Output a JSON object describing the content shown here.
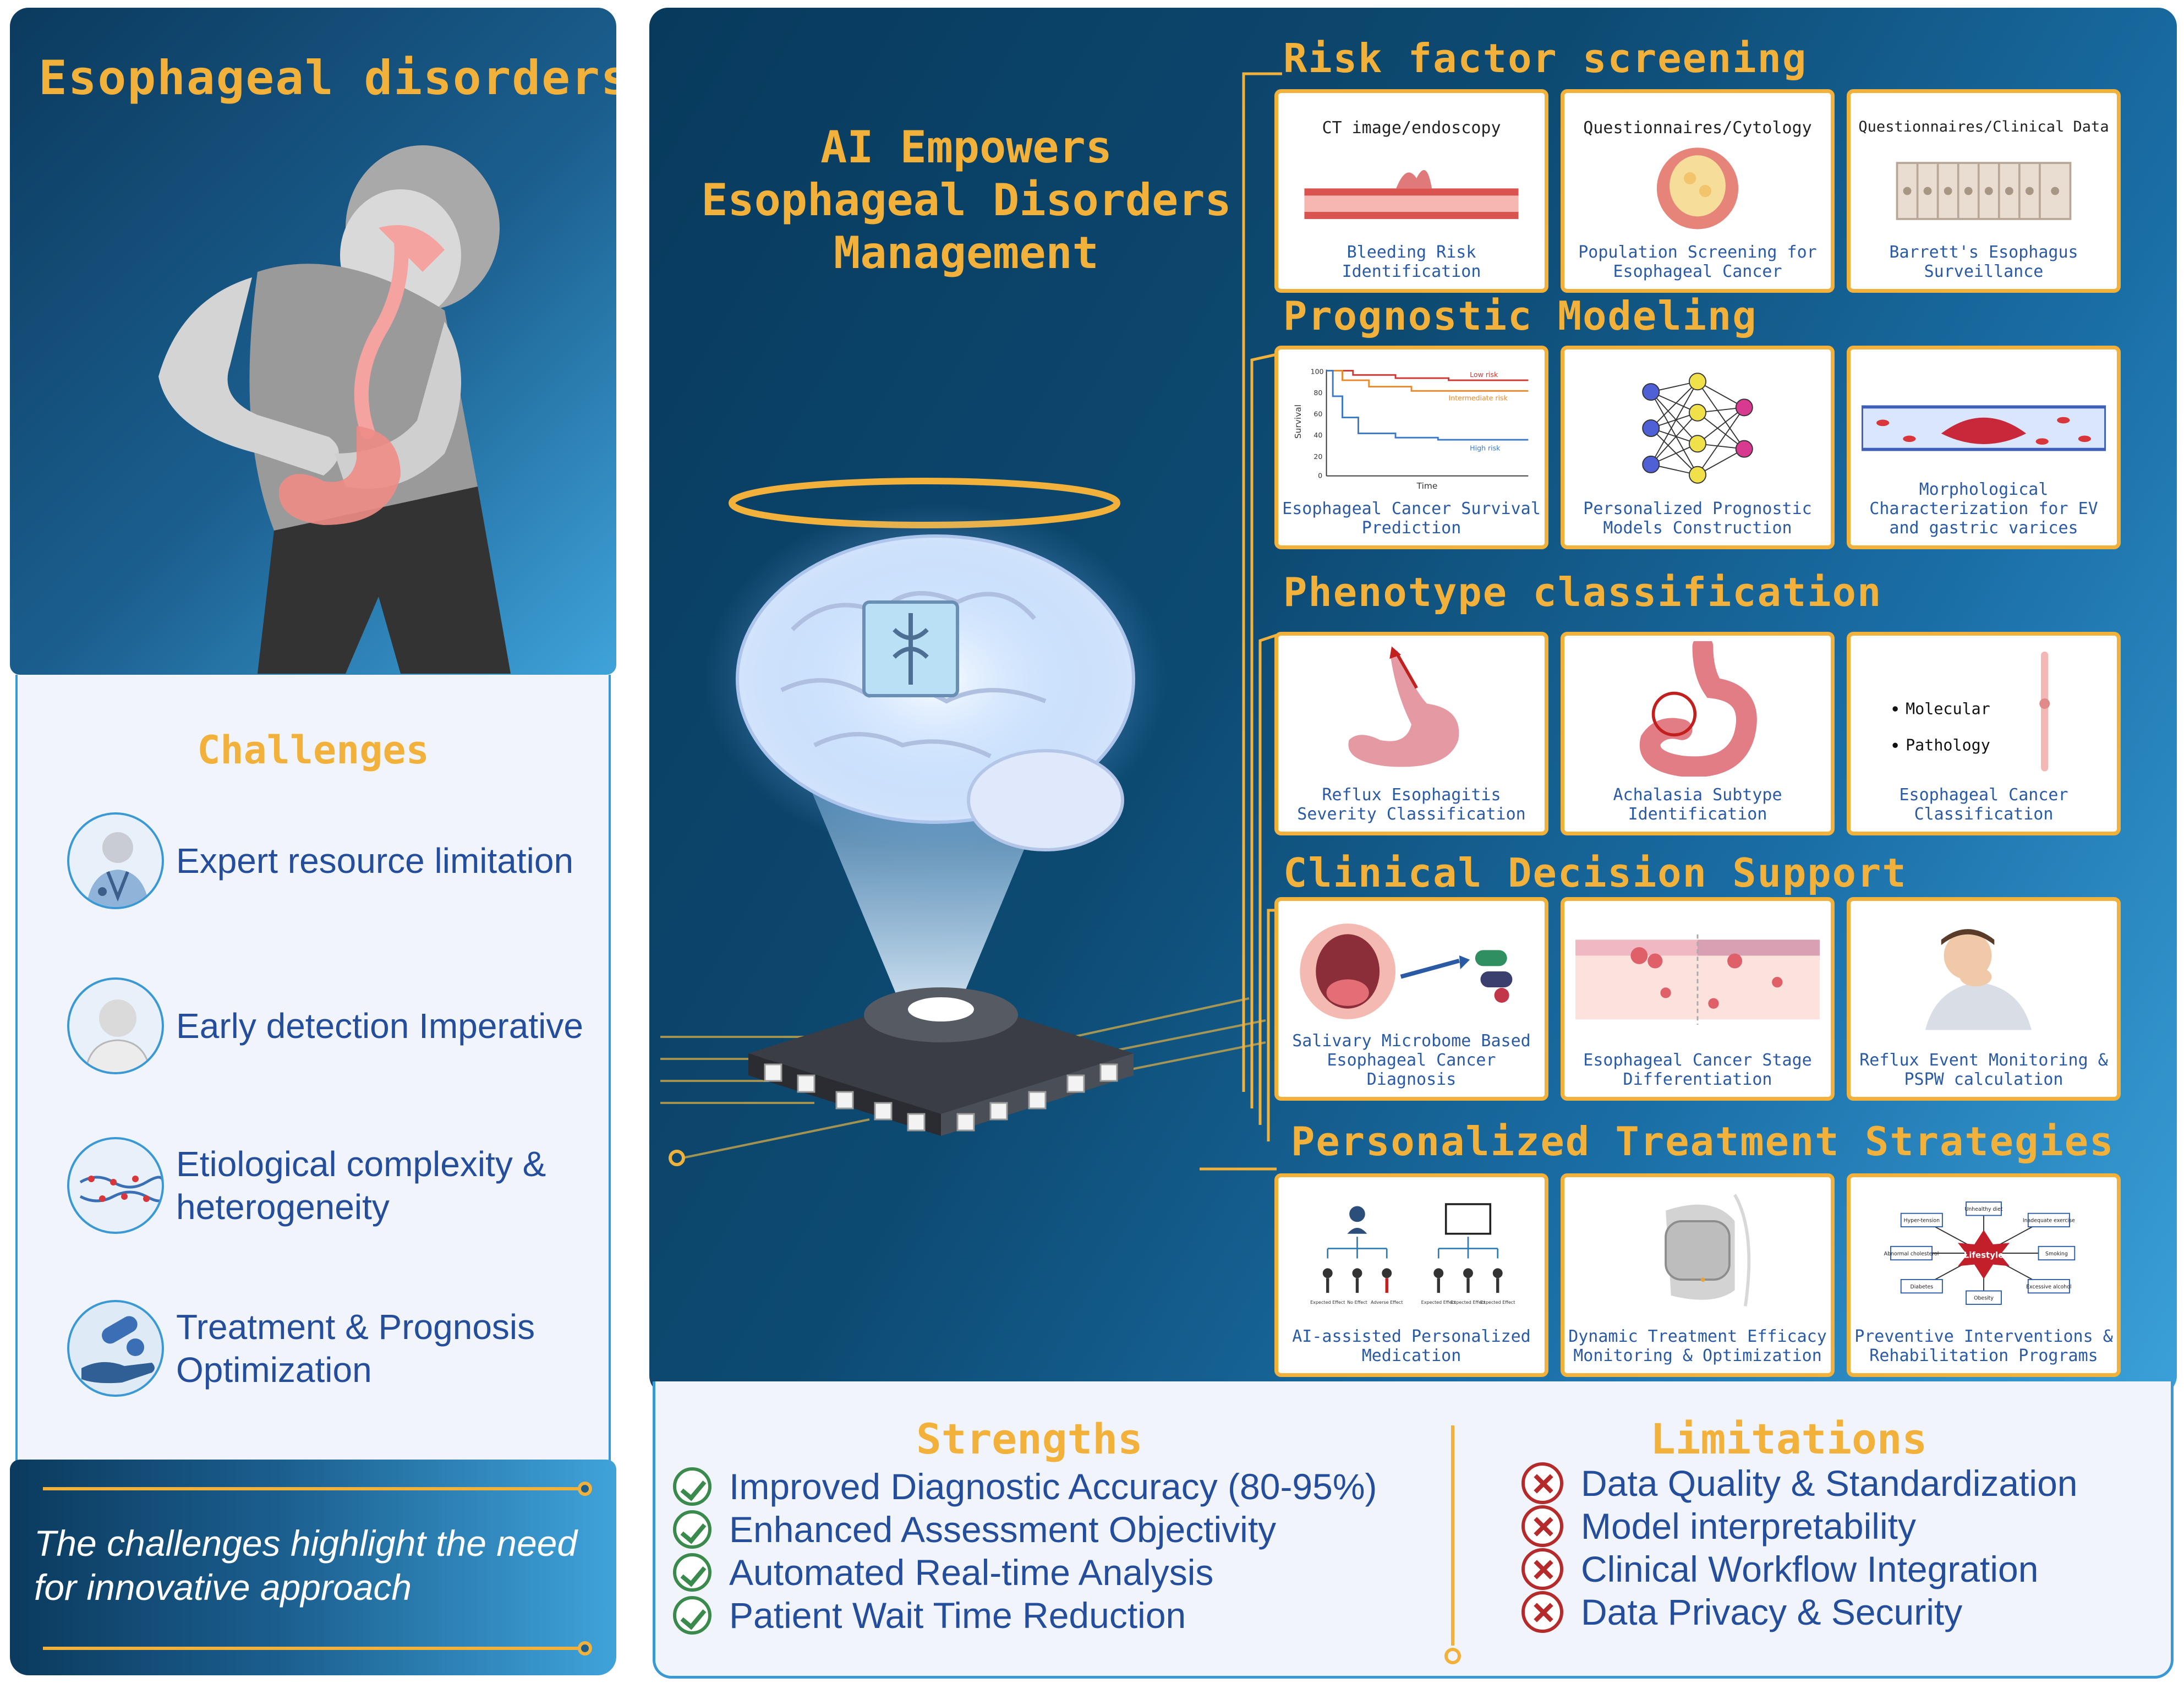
{
  "left": {
    "title": "Esophageal disorders",
    "challenges_title": "Challenges",
    "challenges": [
      {
        "label": "Expert resource limitation",
        "icon": "doctor-icon"
      },
      {
        "label": "Early detection Imperative",
        "icon": "patient-portrait-icon"
      },
      {
        "label": "Etiological complexity & heterogeneity",
        "icon": "dna-strand-icon"
      },
      {
        "label": "Treatment & Prognosis Optimization",
        "icon": "hand-pills-icon"
      }
    ],
    "conclusion": "The challenges highlight the need for innovative approach"
  },
  "center": {
    "title": "AI Empowers Esophageal Disorders Management"
  },
  "sections": [
    {
      "title": "Risk factor screening",
      "cards": [
        {
          "top": "CT image/endoscopy",
          "caption": "Bleeding Risk Identification",
          "icon": "bleeding-vessel-icon"
        },
        {
          "top": "Questionnaires/Cytology",
          "caption": "Population Screening for Esophageal Cancer",
          "icon": "cytology-sponge-icon"
        },
        {
          "top": "Questionnaires/Clinical Data",
          "caption": "Barrett's Esophagus Surveillance",
          "icon": "epithelium-icon"
        }
      ]
    },
    {
      "title": "Prognostic Modeling",
      "cards": [
        {
          "caption": "Esophageal Cancer Survival Prediction",
          "icon": "survival-curve-icon"
        },
        {
          "caption": "Personalized Prognostic Models Construction",
          "icon": "neural-network-icon"
        },
        {
          "caption": "Morphological Characterization for EV and gastric varices",
          "icon": "varices-vessel-icon"
        }
      ]
    },
    {
      "title": "Phenotype classification",
      "cards": [
        {
          "caption": "Reflux Esophagitis Severity Classification",
          "icon": "stomach-reflux-icon"
        },
        {
          "caption": "Achalasia Subtype Identification",
          "icon": "stomach-achalasia-icon"
        },
        {
          "caption": "Esophageal Cancer Classification",
          "icon": "esophagus-tube-icon",
          "bullets": [
            "Molecular",
            "Pathology"
          ]
        }
      ]
    },
    {
      "title": "Clinical Decision Support",
      "cards": [
        {
          "caption": "Salivary Microbome Based Esophageal Cancer Diagnosis",
          "icon": "mouth-microbiome-icon"
        },
        {
          "caption": "Esophageal Cancer Stage Differentiation",
          "icon": "tissue-stage-icon"
        },
        {
          "caption": "Reflux Event Monitoring & PSPW calculation",
          "icon": "coughing-person-icon"
        }
      ]
    },
    {
      "title": "Personalized Treatment Strategies",
      "cards": [
        {
          "caption": "AI-assisted Personalized Medication",
          "icon": "medication-tree-icon"
        },
        {
          "caption": "Dynamic Treatment Efficacy Monitoring & Optimization",
          "icon": "wearable-device-icon"
        },
        {
          "caption": "Preventive Interventions & Rehabilitation Programs",
          "icon": "lifestyle-diagram-icon"
        }
      ]
    }
  ],
  "card_texts": {
    "survival": {
      "y_label": "Survival",
      "x_label": "Time",
      "low": "Low risk",
      "mid": "Intermediate risk",
      "high": "High risk",
      "ticks": [
        "100",
        "80",
        "60",
        "40",
        "20",
        "0"
      ]
    },
    "medication_effects": [
      "Expected Effect",
      "No Effect",
      "Adverse Effect"
    ],
    "lifestyle_center": "Lifestyle",
    "lifestyle_factors": [
      "Hyper-tension",
      "Unhealthy diet",
      "Inadequate exercise",
      "Smoking",
      "Excessive alcohol",
      "Obesity",
      "Diabetes",
      "Abnormal cholesterol"
    ]
  },
  "bottom": {
    "strengths_title": "Strengths",
    "strengths": [
      "Improved Diagnostic Accuracy (80-95%)",
      "Enhanced Assessment Objectivity",
      "Automated Real-time Analysis",
      "Patient Wait Time Reduction"
    ],
    "limitations_title": "Limitations",
    "limitations": [
      "Data Quality & Standardization",
      "Model interpretability",
      "Clinical Workflow Integration",
      "Data Privacy & Security"
    ]
  },
  "colors": {
    "gold": "#f2b13a",
    "navy": "#0b3a5e",
    "sky": "#3fa3da",
    "text_blue": "#244e9c",
    "check_green": "#3a8a4e",
    "cross_red": "#b52a2a"
  }
}
